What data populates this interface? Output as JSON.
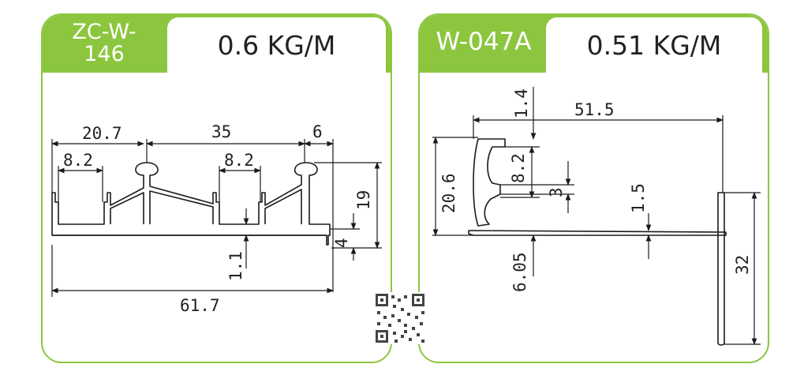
{
  "colors": {
    "accent": "#8cc63f",
    "line": "#1a1a1a"
  },
  "profiles": [
    {
      "code": "ZC-W-146",
      "code_line1": "ZC-W-",
      "code_line2": "146",
      "weight": "0.6 KG/M",
      "dimensions": {
        "d1": "20.7",
        "d2": "35",
        "d3": "6",
        "d4": "8.2",
        "d5": "8.2",
        "d6": "19",
        "d7": "4",
        "d8": "1.1",
        "d9": "61.7"
      }
    },
    {
      "code": "W-047A",
      "weight": "0.51 KG/M",
      "dimensions": {
        "d1": "1.4",
        "d2": "51.5",
        "d3": "20.6",
        "d4": "8.2",
        "d5": "3",
        "d6": "1.5",
        "d7": "6.05",
        "d8": "32"
      }
    }
  ],
  "qr_icon": "qr-code-icon"
}
